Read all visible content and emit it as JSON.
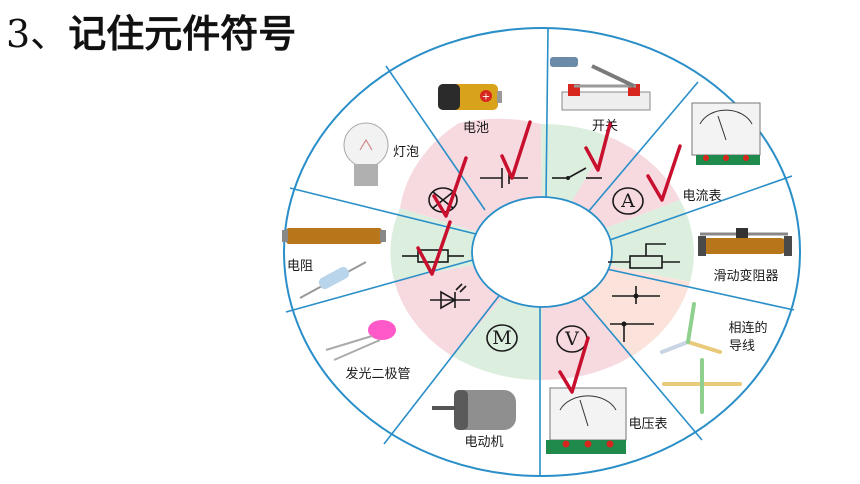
{
  "title": {
    "number": "3、",
    "text": "记住元件符号"
  },
  "components": {
    "battery": "电池",
    "switch": "开关",
    "ammeter": "电流表",
    "rheostat": "滑动变阻器",
    "wires": "相连的\n导线",
    "wires_line1": "相连的",
    "wires_line2": "导线",
    "voltmeter": "电压表",
    "motor": "电动机",
    "led": "发光二极管",
    "resistor": "电阻",
    "lamp": "灯泡"
  },
  "symbols": {
    "ammeter": "A",
    "voltmeter": "V",
    "motor": "M"
  },
  "marks": {
    "check": "√"
  },
  "colors": {
    "ring_border": "#2a8fc8",
    "pink": "#f7d9e0",
    "green": "#dcefdf",
    "check": "#c8102e"
  }
}
